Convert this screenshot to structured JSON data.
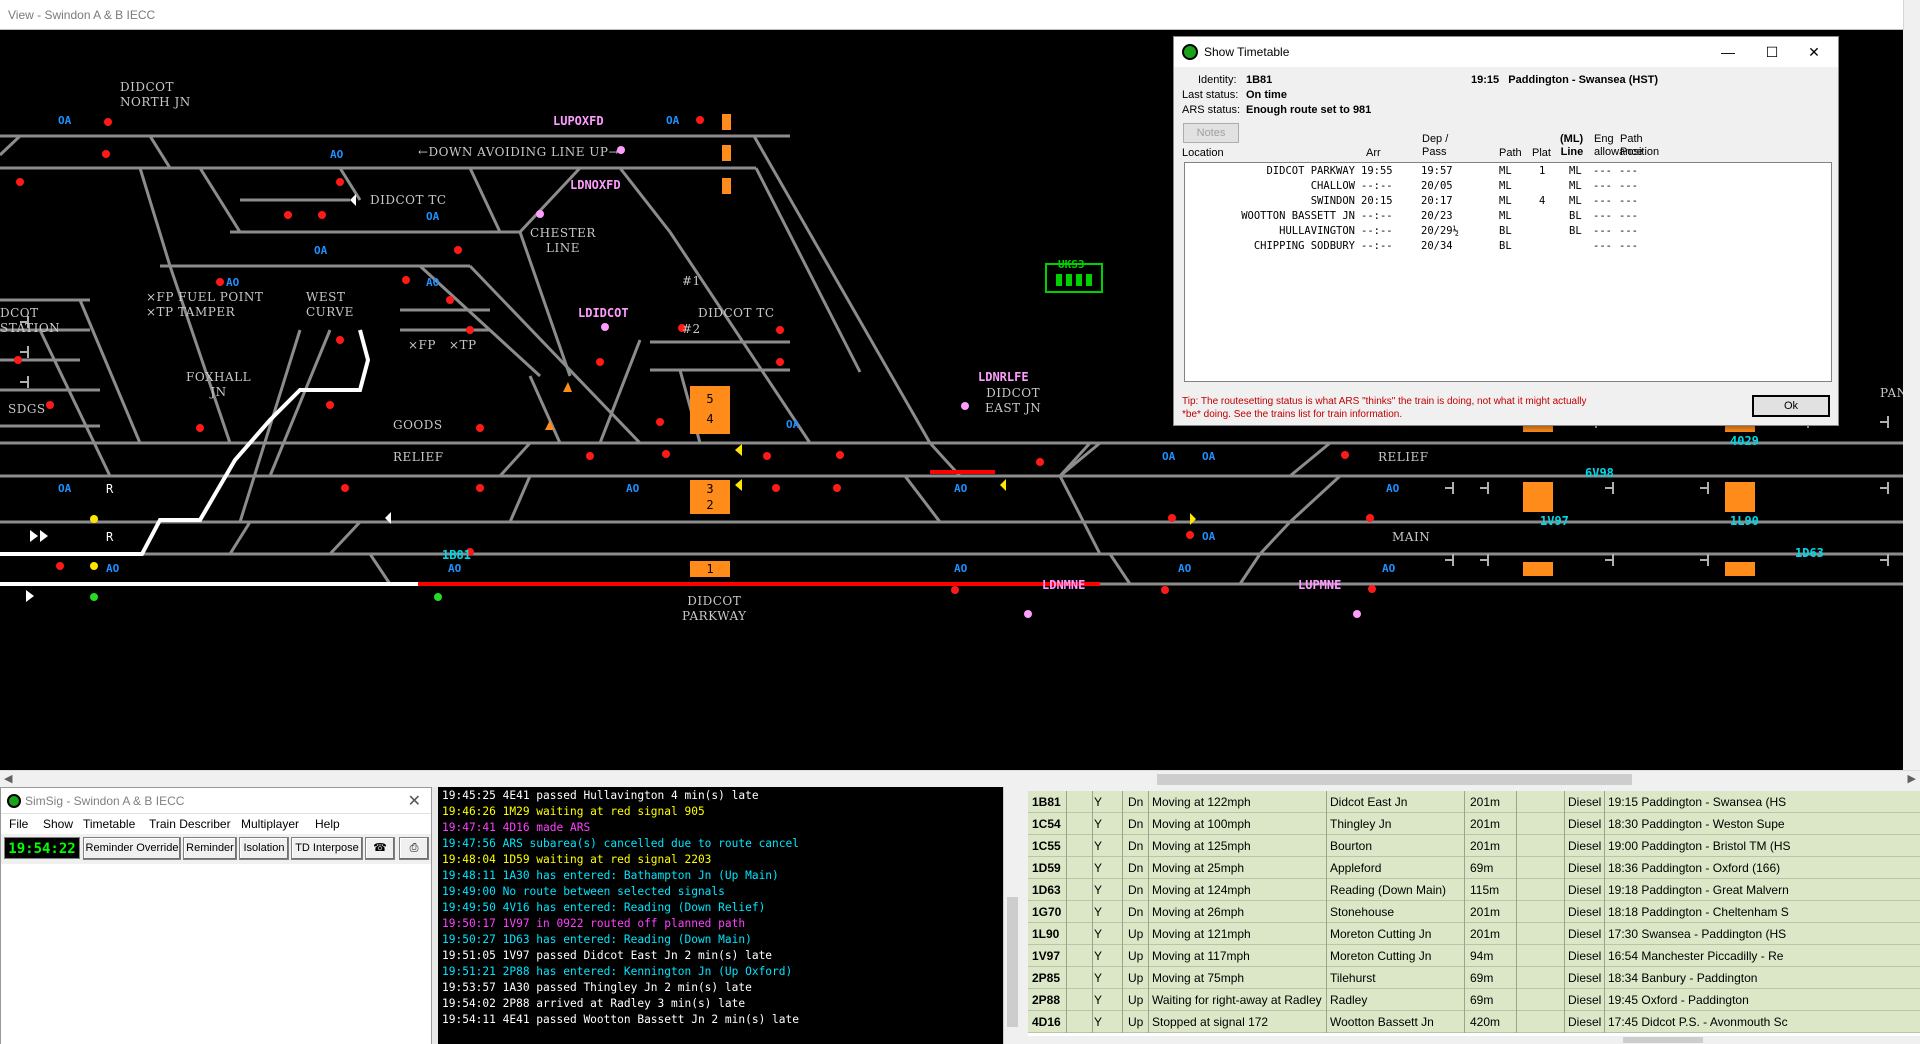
{
  "main_window": {
    "title": "View - Swindon A & B IECC"
  },
  "map": {
    "labels": {
      "didcot_north_jn": "DIDCOT\nNORTH JN",
      "down_avoiding": "←DOWN AVOIDING LINE UP→",
      "didcot_tc_top": "DIDCOT TC",
      "chester_line": "CHESTER\nLINE",
      "didcot_station": "DCOT\nSTATION",
      "fuel_point": "×FP FUEL POINT\n×TP TAMPER",
      "west_curve": "WEST\nCURVE",
      "xfp_xtp": "×FP   ×TP",
      "sdgs": "SDGS",
      "foxhall_jn": "FOXHALL\nJN",
      "goods": "GOODS",
      "relief_left": "RELIEF",
      "didcot_tc_mid": "DIDCOT TC",
      "h1": "#1",
      "h2": "#2",
      "didcot_east_jn": "DIDCOT\nEAST JN",
      "relief_right": "RELIEF",
      "main_right": "MAIN",
      "didcot_parkway": "DIDCOT\nPARKWAY",
      "pangb": "PANGB",
      "ukss": "UKS3"
    },
    "pink_labels": {
      "lupoxfd": "LUPOXFD",
      "ldnoxfd": "LDNOXFD",
      "ldidcot": "LDIDCOT",
      "ldnrlfe": "LDNRLFE",
      "ldnmne": "LDNMNE",
      "lupmne": "LUPMNE"
    },
    "train_ids": {
      "t1b81": "1B81",
      "t4029": "4029",
      "t6v98": "6V98",
      "t1v97": "1V97",
      "t1l90": "1L90",
      "t1d63": "1D63"
    },
    "platforms": {
      "p5": "5",
      "p4": "4",
      "p3": "3",
      "p2": "2",
      "p1": "1"
    },
    "signal_glyphs": {
      "oa": "OA",
      "ao": "AO",
      "r": "R"
    }
  },
  "timetable_dialog": {
    "title": "Show Timetable",
    "identity_label": "Identity:",
    "identity_value": "1B81",
    "last_status_label": "Last status:",
    "last_status_value": "On time",
    "ars_status_label": "ARS status:",
    "ars_status_value": "Enough route set to 981",
    "service": "19:15   Paddington - Swansea (HST)",
    "notes_button": "Notes",
    "columns": {
      "location": "Location",
      "arr": "Arr",
      "dep": "Dep /\nPass",
      "path": "Path",
      "plat": "Plat",
      "line": "(ML)\nLine",
      "eng": "Eng\nallowance",
      "path_pos": "Path\nPosition"
    },
    "rows": [
      {
        "location": "DIDCOT PARKWAY",
        "arr": "19:55",
        "dep": "19:57",
        "path": "ML",
        "plat": "1",
        "line": "ML",
        "eng": "---",
        "pos": "---"
      },
      {
        "location": "CHALLOW",
        "arr": "--:--",
        "dep": "20/05",
        "path": "ML",
        "plat": "",
        "line": "ML",
        "eng": "---",
        "pos": "---"
      },
      {
        "location": "SWINDON",
        "arr": "20:15",
        "dep": "20:17",
        "path": "ML",
        "plat": "4",
        "line": "ML",
        "eng": "---",
        "pos": "---"
      },
      {
        "location": "WOOTTON BASSETT JN",
        "arr": "--:--",
        "dep": "20/23",
        "path": "ML",
        "plat": "",
        "line": "BL",
        "eng": "---",
        "pos": "---"
      },
      {
        "location": "HULLAVINGTON",
        "arr": "--:--",
        "dep": "20/29½",
        "path": "BL",
        "plat": "",
        "line": "BL",
        "eng": "---",
        "pos": "---"
      },
      {
        "location": "CHIPPING SODBURY",
        "arr": "--:--",
        "dep": "20/34",
        "path": "BL",
        "plat": "",
        "line": "",
        "eng": "---",
        "pos": "---"
      }
    ],
    "tip": "Tip: The routesetting status is what ARS \"thinks\" the train is doing, not what it might actually *be* doing. See the trains list for train information.",
    "ok_button": "Ok"
  },
  "control_panel": {
    "title": "SimSig - Swindon A & B IECC",
    "menu": [
      "File",
      "Show",
      "Timetable",
      "Train Describer",
      "Multiplayer",
      "Help"
    ],
    "clock": "19:54:22",
    "buttons": [
      "Reminder Override",
      "Reminder",
      "Isolation",
      "TD Interpose"
    ]
  },
  "messages": [
    {
      "text": "19:45:25 4E41 passed Hullavington 4 min(s) late",
      "color": "#ffffff"
    },
    {
      "text": "19:46:26 1M29 waiting at red signal 905",
      "color": "#ffff00"
    },
    {
      "text": "19:47:41 4D16 made ARS",
      "color": "#ff40ff"
    },
    {
      "text": "19:47:56 ARS subarea(s) cancelled due to route cancel",
      "color": "#00e5ff"
    },
    {
      "text": "19:48:04 1D59 waiting at red signal 2203",
      "color": "#ffff00"
    },
    {
      "text": "19:48:11 1A30 has entered: Bathampton Jn (Up Main)",
      "color": "#00e5ff"
    },
    {
      "text": "19:49:00 No route between selected signals",
      "color": "#00e5ff"
    },
    {
      "text": "19:49:50 4V16 has entered: Reading (Down Relief)",
      "color": "#00e5ff"
    },
    {
      "text": "19:50:17 1V97 in 0922 routed off planned path",
      "color": "#ff40ff"
    },
    {
      "text": "19:50:27 1D63 has entered: Reading (Down Main)",
      "color": "#00e5ff"
    },
    {
      "text": "19:51:05 1V97 passed Didcot East Jn 2 min(s) late",
      "color": "#ffffff"
    },
    {
      "text": "19:51:21 2P88 has entered: Kennington Jn (Up Oxford)",
      "color": "#00e5ff"
    },
    {
      "text": "19:53:57 1A30 passed Thingley Jn 2 min(s) late",
      "color": "#ffffff"
    },
    {
      "text": "19:54:02 2P88 arrived at Radley 3 min(s) late",
      "color": "#ffffff"
    },
    {
      "text": "19:54:11 4E41 passed Wootton Bassett Jn 2 min(s) late",
      "color": "#ffffff"
    }
  ],
  "train_list": [
    {
      "id": "1B81",
      "y": "Y",
      "dir": "Dn",
      "status": "Moving at 122mph",
      "loc": "Didcot East Jn",
      "len": "201m",
      "pow": "Diesel",
      "desc": "19:15 Paddington - Swansea (HS"
    },
    {
      "id": "1C54",
      "y": "Y",
      "dir": "Dn",
      "status": "Moving at 100mph",
      "loc": "Thingley Jn",
      "len": "201m",
      "pow": "Diesel",
      "desc": "18:30 Paddington - Weston Supe"
    },
    {
      "id": "1C55",
      "y": "Y",
      "dir": "Dn",
      "status": "Moving at 125mph",
      "loc": "Bourton",
      "len": "201m",
      "pow": "Diesel",
      "desc": "19:00 Paddington - Bristol TM (HS"
    },
    {
      "id": "1D59",
      "y": "Y",
      "dir": "Dn",
      "status": "Moving at 25mph",
      "loc": "Appleford",
      "len": "69m",
      "pow": "Diesel",
      "desc": "18:36 Paddington - Oxford (166)"
    },
    {
      "id": "1D63",
      "y": "Y",
      "dir": "Dn",
      "status": "Moving at 124mph",
      "loc": "Reading (Down Main)",
      "len": "115m",
      "pow": "Diesel",
      "desc": "19:18 Paddington - Great Malvern"
    },
    {
      "id": "1G70",
      "y": "Y",
      "dir": "Dn",
      "status": "Moving at 26mph",
      "loc": "Stonehouse",
      "len": "201m",
      "pow": "Diesel",
      "desc": "18:18 Paddington - Cheltenham S"
    },
    {
      "id": "1L90",
      "y": "Y",
      "dir": "Up",
      "status": "Moving at 121mph",
      "loc": "Moreton Cutting Jn",
      "len": "201m",
      "pow": "Diesel",
      "desc": "17:30 Swansea - Paddington (HS"
    },
    {
      "id": "1V97",
      "y": "Y",
      "dir": "Up",
      "status": "Moving at 117mph",
      "loc": "Moreton Cutting Jn",
      "len": "94m",
      "pow": "Diesel",
      "desc": "16:54 Manchester Piccadilly - Re"
    },
    {
      "id": "2P85",
      "y": "Y",
      "dir": "Up",
      "status": "Moving at 75mph",
      "loc": "Tilehurst",
      "len": "69m",
      "pow": "Diesel",
      "desc": "18:34 Banbury - Paddington"
    },
    {
      "id": "2P88",
      "y": "Y",
      "dir": "Up",
      "status": "Waiting for right-away at Radley",
      "loc": "Radley",
      "len": "69m",
      "pow": "Diesel",
      "desc": "19:45 Oxford - Paddington"
    },
    {
      "id": "4D16",
      "y": "Y",
      "dir": "Up",
      "status": "Stopped at signal 172",
      "loc": "Wootton Bassett Jn",
      "len": "420m",
      "pow": "Diesel",
      "desc": "17:45 Didcot P.S. - Avonmouth Sc"
    }
  ]
}
